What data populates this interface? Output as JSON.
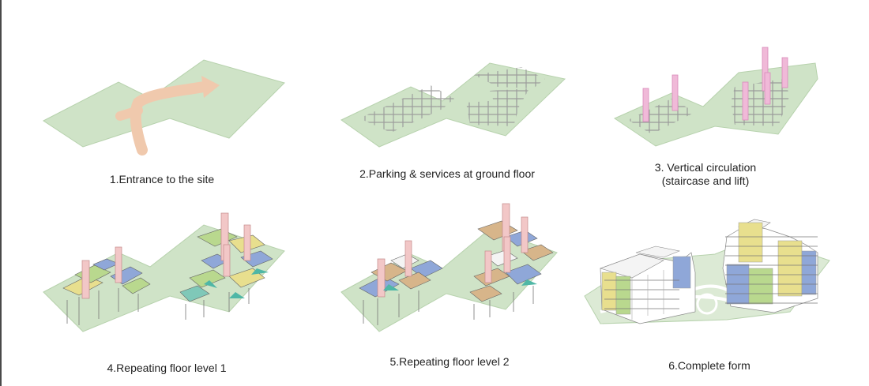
{
  "panels": [
    {
      "id": "p1",
      "caption": "1.Entrance to the site"
    },
    {
      "id": "p2",
      "caption": "2.Parking & services at ground floor"
    },
    {
      "id": "p3",
      "caption_lines": [
        "3. Vertical circulation",
        "(staircase and lift)"
      ]
    },
    {
      "id": "p4",
      "caption": "4.Repeating floor level 1"
    },
    {
      "id": "p5",
      "caption": "5.Repeating floor level 2"
    },
    {
      "id": "p6",
      "caption": "6.Complete form"
    }
  ],
  "colors": {
    "site": "#cfe3c7",
    "site_edge": "#b7d2ad",
    "arrow": "#f0c9ad",
    "grid": "#9a9a9a",
    "core": "#f0b9d8",
    "core_dark": "#d98bba",
    "unit_blue": "#8fa7d8",
    "unit_yellow": "#e8df8e",
    "unit_green": "#b9d88e",
    "unit_teal": "#7fc8b8",
    "unit_tan": "#d7b58a",
    "unit_white": "#f4f4f4",
    "pointer": "#4fb7a6"
  }
}
